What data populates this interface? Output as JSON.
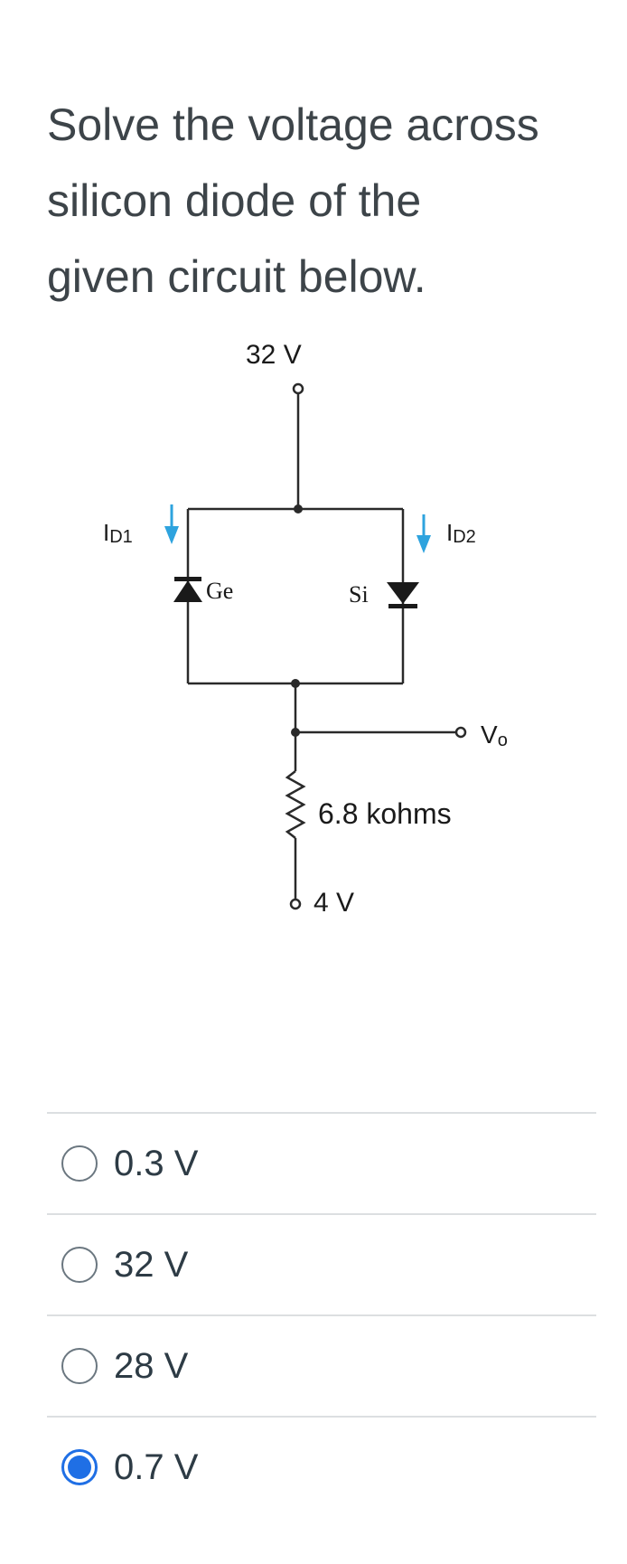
{
  "question": {
    "line1": "Solve the voltage across",
    "line2": "silicon diode of the",
    "line3": "given circuit below."
  },
  "circuit": {
    "supply_label": "32 V",
    "id1_label": "I",
    "id1_sub": "D1",
    "id2_label": "I",
    "id2_sub": "D2",
    "ge_label": "Ge",
    "si_label": "Si",
    "vo_label": "V",
    "vo_sub": "o",
    "resistor_label": "6.8 kohms",
    "bottom_label": "4 V",
    "colors": {
      "wire": "#2a2a2a",
      "arrow": "#2ea3de"
    }
  },
  "options": [
    {
      "label": "0.3 V",
      "selected": false
    },
    {
      "label": "32 V",
      "selected": false
    },
    {
      "label": "28 V",
      "selected": false
    },
    {
      "label": "0.7 V",
      "selected": true
    }
  ],
  "accent": "#1f6fe5"
}
